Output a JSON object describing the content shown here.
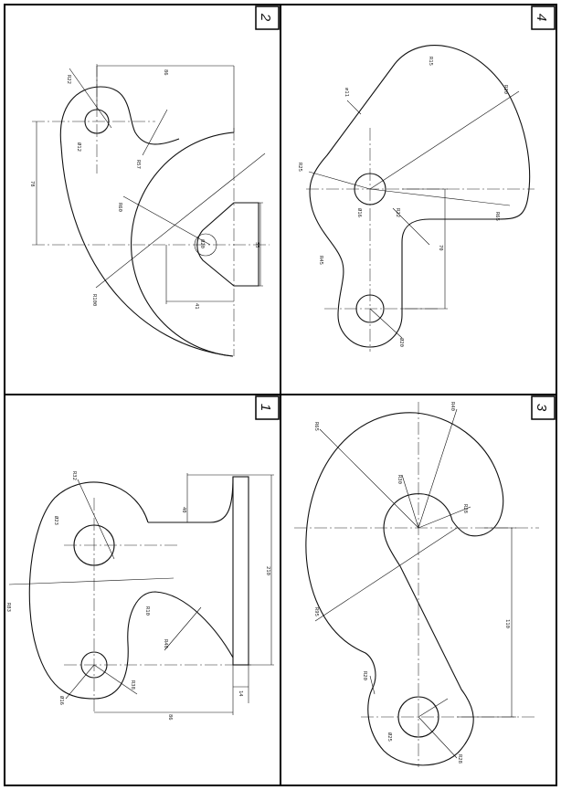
{
  "panels": [
    {
      "number": "2",
      "dims": {
        "r22": "R22",
        "d12": "Ø12",
        "r57": "R57",
        "l86": "86",
        "r60": "R60",
        "d20": "Ø20",
        "l78": "78",
        "l55": "55",
        "l41": "41",
        "r100": "R100"
      }
    },
    {
      "number": "4",
      "dims": {
        "r15": "R15",
        "r30": "R30",
        "a_tan": "⌀11",
        "r25": "R25",
        "d16": "Ø16",
        "r22": "R22",
        "l70": "70",
        "r45": "R45",
        "r65": "R65",
        "r10": "R10",
        "d20": "Ø20"
      }
    },
    {
      "number": "1",
      "dims": {
        "r32": "R32",
        "d23": "Ø23",
        "l40": "40",
        "r83": "R83",
        "r10": "R10",
        "r40": "R40",
        "l210": "210",
        "d16": "Ø16",
        "r38": "R38",
        "l86": "86",
        "l14": "14"
      }
    },
    {
      "number": "3",
      "dims": {
        "r40": "R40",
        "r65": "R65",
        "r30": "R30",
        "r28": "R28",
        "r95": "R95",
        "l110": "110",
        "r20": "R20",
        "d25": "Ø25",
        "r28b": "R28"
      }
    }
  ]
}
